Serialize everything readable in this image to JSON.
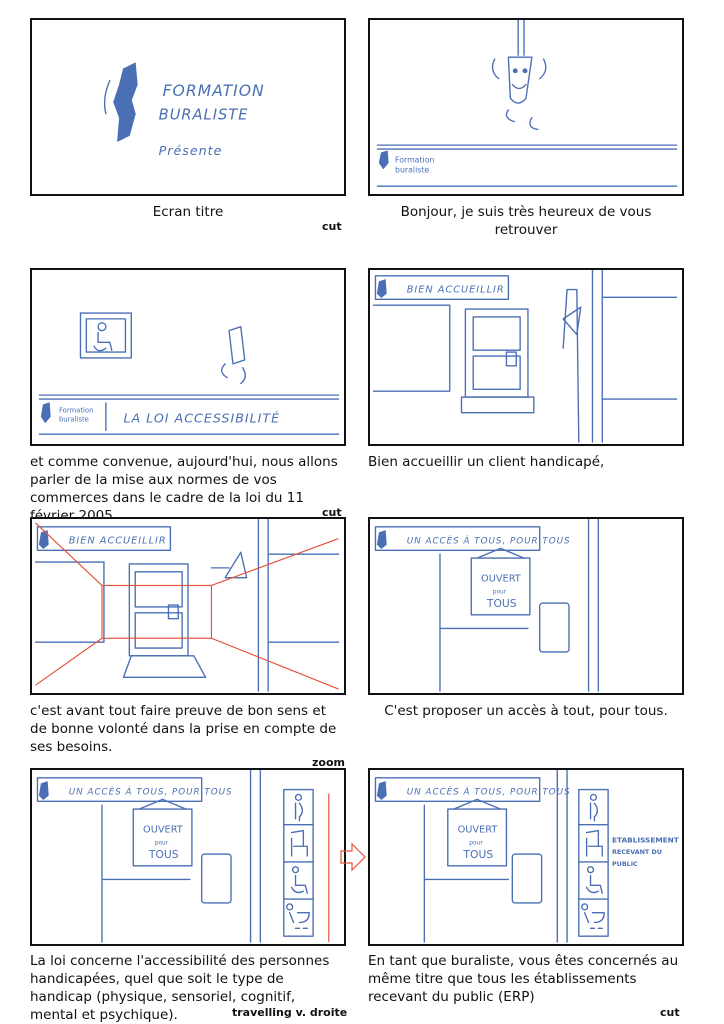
{
  "colors": {
    "sketch": "#4a6fb5",
    "red": "#e4543a",
    "border": "#111111"
  },
  "panels": [
    {
      "caption": "Ecran titre",
      "transition": "cut",
      "title_line1": "FORMATION",
      "title_line2": "BURALISTE",
      "sub": "Présente"
    },
    {
      "caption": "Bonjour, je suis très heureux de vous retrouver",
      "transition": "",
      "logo_1": "Formation",
      "logo_2": "buraliste"
    },
    {
      "caption": "et comme convenue, aujourd'hui, nous allons parler de la mise aux normes de vos commerces dans le cadre de la loi du 11 février 2005.",
      "transition": "cut",
      "banner": "LA LOI ACCESSIBILITÉ",
      "logo_1": "Formation",
      "logo_2": "buraliste"
    },
    {
      "caption": "Bien accueillir un client handicapé,",
      "transition": "",
      "banner": "BIEN ACCUEILLIR"
    },
    {
      "caption": " c'est avant tout faire preuve de bon sens et de bonne volonté dans la prise en compte de ses besoins.",
      "transition": "zoom",
      "banner": "BIEN ACCUEILLIR"
    },
    {
      "caption": "C'est proposer un accès à tout, pour tous.",
      "transition": "",
      "banner": "UN ACCÈS À TOUS, POUR TOUS",
      "sign_1": "OUVERT",
      "sign_2": "pour",
      "sign_3": "TOUS"
    },
    {
      "caption": "La loi concerne l'accessibilité des personnes handicapées, quel que soit le type de handicap (physique, sensoriel, cognitif, mental et psychique).",
      "transition": "travelling v. droite",
      "banner": "UN ACCÈS À TOUS, POUR TOUS",
      "sign_1": "OUVERT",
      "sign_2": "pour",
      "sign_3": "TOUS"
    },
    {
      "caption": "En tant que buraliste, vous êtes concernés au même titre que tous les établissements recevant du public (ERP)",
      "transition": "cut",
      "banner": "UN ACCÈS À TOUS, POUR TOUS",
      "sign_1": "OUVERT",
      "sign_2": "pour",
      "sign_3": "TOUS",
      "erp_1": "ETABLISSEMENT",
      "erp_2": "RECEVANT DU",
      "erp_3": "PUBLIC"
    }
  ]
}
